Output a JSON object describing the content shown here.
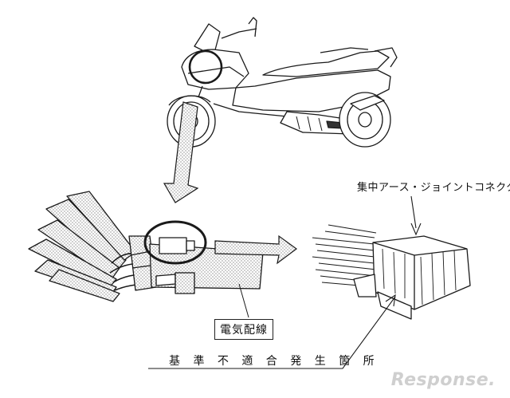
{
  "labels": {
    "connector": "集中アース・ジョイントコネクタ",
    "wiring": "電気配線",
    "defect_location": "基 準 不 適 合 発 生 箇 所"
  },
  "watermark": "Response.",
  "colors": {
    "line": "#1a1a1a",
    "stipple": "#9a9a9a",
    "watermark": "#cfcfcf"
  },
  "icons": {
    "scooter": "scooter-illustration",
    "harness": "wire-harness-illustration",
    "connector": "joint-connector-illustration"
  }
}
